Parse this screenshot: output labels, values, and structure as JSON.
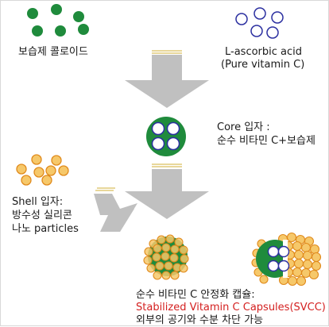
{
  "ingredients": {
    "moisturizer_label": "보습제 콜로이드",
    "vitamin_label_line1": "L-ascorbic acid",
    "vitamin_label_line2": "(Pure vitamin C)"
  },
  "core": {
    "title": "Core 입자 :",
    "desc": "순수 비타민 C+보습제"
  },
  "shell": {
    "title": "Shell 입자:",
    "line2": "방수성 실리콘",
    "line3": "나노 particles"
  },
  "result": {
    "line1": "순수 비타민 C 안정화 캡슐:",
    "line2": "Stabilized Vitamin C Capsules(SVCC)",
    "line3": "외부의 공기와 수분 차단 가능"
  },
  "colors": {
    "green": "#1f8b3c",
    "blue_outline": "#2b2fa0",
    "shell_fill": "#f6c86a",
    "shell_outline": "#e08a1c",
    "arrow": "#c0c0c0",
    "accent_red": "#d42020"
  }
}
